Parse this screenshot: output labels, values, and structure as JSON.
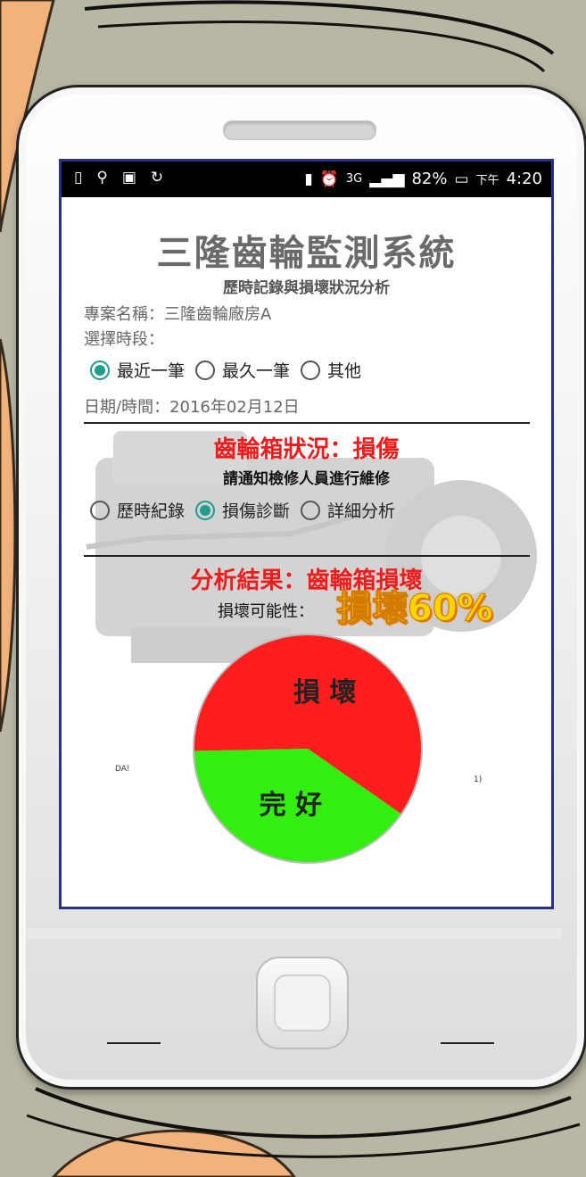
{
  "status_bar": {
    "battery_percent": "82%",
    "time_prefix": "下午",
    "time": "4:20",
    "network": "3G",
    "icons": [
      "screen-mirror-icon",
      "usb-icon",
      "developer-icon",
      "sync-icon",
      "vibrate-icon",
      "alarm-icon",
      "network-3g-icon",
      "signal-icon",
      "battery-icon"
    ]
  },
  "app": {
    "title": "三隆齒輪監測系統",
    "subtitle": "歷時記錄與損壞狀況分析",
    "project_label": "專案名稱：三隆齒輪廠房A",
    "period_label": "選擇時段：",
    "period_options": [
      {
        "label": "最近一筆",
        "checked": true
      },
      {
        "label": "最久一筆",
        "checked": false
      },
      {
        "label": "其他",
        "checked": false
      }
    ],
    "date_label": "日期/時間：2016年02月12日",
    "gearbox_status": "齒輪箱狀況：損傷",
    "notice": "請通知檢修人員進行維修",
    "view_options": [
      {
        "label": "歷時紀錄",
        "checked": false
      },
      {
        "label": "損傷診斷",
        "checked": true
      },
      {
        "label": "詳細分析",
        "checked": false
      }
    ],
    "analysis_result": "分析結果：齒輪箱損壞",
    "probability_label": "損壞可能性：",
    "probability_value": "損壞60%",
    "chart_stub_left": "DA!",
    "chart_stub_right": "1)"
  },
  "chart_data": {
    "type": "pie",
    "categories": [
      "損 壞",
      "完 好"
    ],
    "values": [
      60,
      40
    ],
    "colors": [
      "#ff1e1e",
      "#33ee11"
    ]
  },
  "colors": {
    "accent_teal": "#1e9c8c",
    "alert_red": "#ee1c1c",
    "screen_border": "#2c2f8a",
    "highlight_yellow": "#ffd400"
  }
}
